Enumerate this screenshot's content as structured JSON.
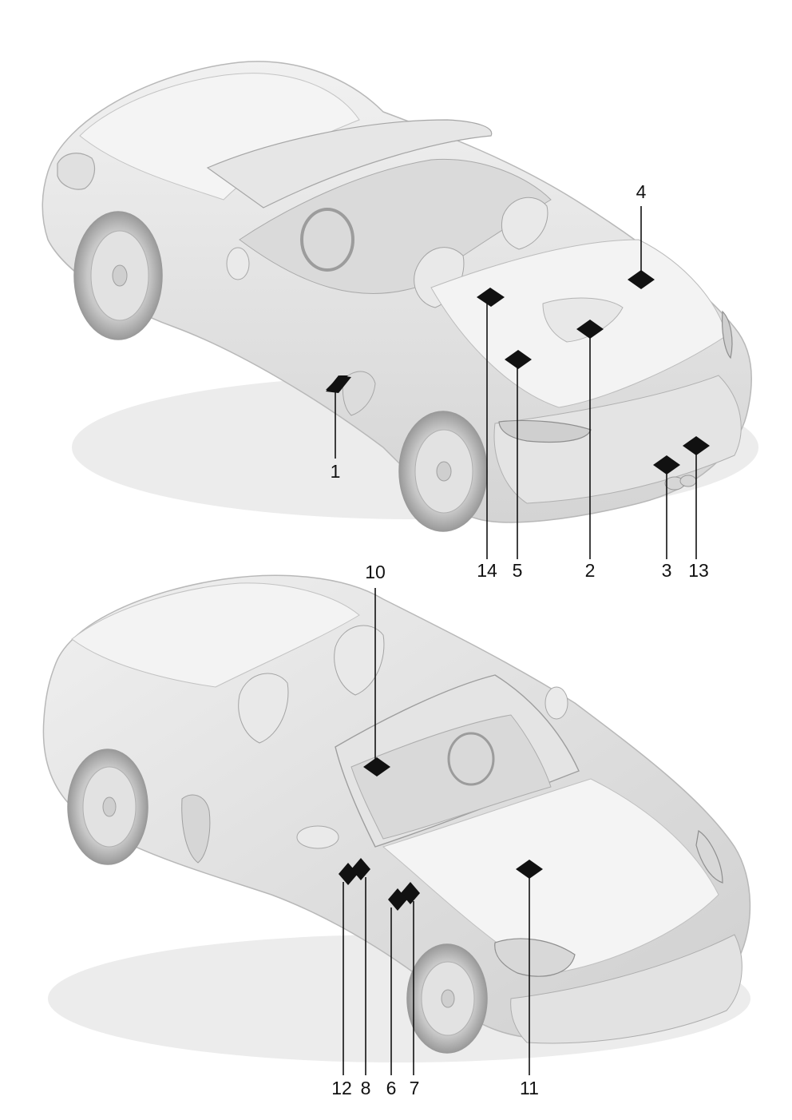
{
  "callouts": {
    "c1": "1",
    "c2": "2",
    "c3": "3",
    "c4": "4",
    "c5": "5",
    "c6": "6",
    "c7": "7",
    "c8": "8",
    "c10": "10",
    "c11": "11",
    "c12": "12",
    "c13": "13",
    "c14": "14"
  }
}
